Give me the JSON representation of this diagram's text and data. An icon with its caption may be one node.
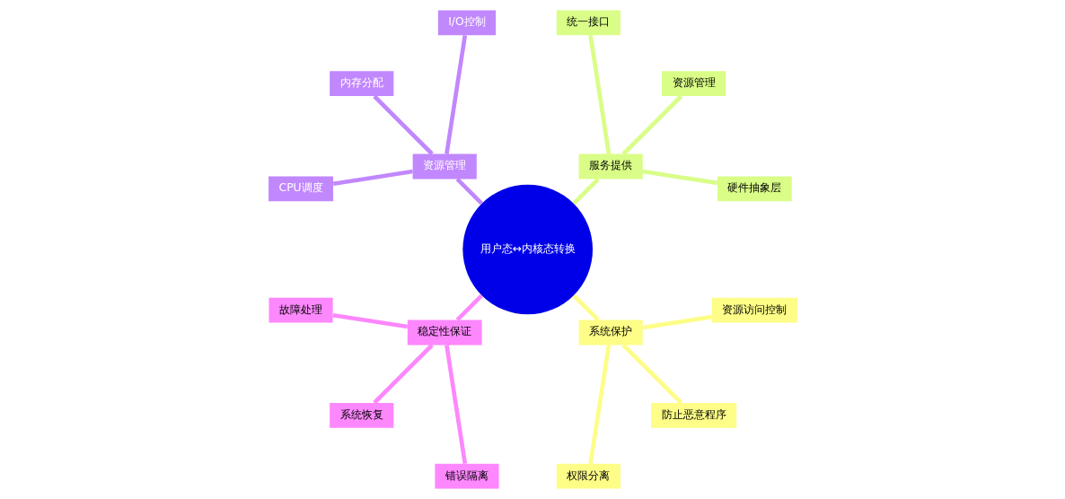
{
  "diagram": {
    "nodes": [
      {
        "text": [
          "用户态↔内核态转换"
        ]
      },
      {
        "text": [
          "服务提供"
        ]
      },
      {
        "text": [
          "硬件抽象层"
        ]
      },
      {
        "text": [
          "资源管理"
        ]
      },
      {
        "text": [
          "统一接口"
        ]
      },
      {
        "text": [
          "资源管理"
        ]
      },
      {
        "text": [
          "I/O控制"
        ]
      },
      {
        "text": [
          "内存分配"
        ]
      },
      {
        "text": [
          "CPU调度"
        ]
      },
      {
        "text": [
          "稳定性保证"
        ]
      },
      {
        "text": [
          "故障处理"
        ]
      },
      {
        "text": [
          "系统恢复"
        ]
      },
      {
        "text": [
          "错误隔离"
        ]
      },
      {
        "text": [
          "系统保护"
        ]
      },
      {
        "text": [
          "权限分离"
        ]
      },
      {
        "text": [
          "防止恶意程序"
        ]
      },
      {
        "text": [
          "资源访问控制"
        ]
      }
    ],
    "edges": [
      {
        "from": 0,
        "to": 1,
        "arrow": "none",
        "color": "#d9fd87"
      },
      {
        "from": 1,
        "to": 2,
        "arrow": "none",
        "color": "#d9fd87"
      },
      {
        "from": 1,
        "to": 3,
        "arrow": "none",
        "color": "#d9fd87"
      },
      {
        "from": 1,
        "to": 4,
        "arrow": "none",
        "color": "#d9fd87"
      },
      {
        "from": 0,
        "to": 5,
        "arrow": "none",
        "color": "#c187fd"
      },
      {
        "from": 5,
        "to": 6,
        "arrow": "none",
        "color": "#c187fd"
      },
      {
        "from": 5,
        "to": 7,
        "arrow": "none",
        "color": "#c187fd"
      },
      {
        "from": 5,
        "to": 8,
        "arrow": "none",
        "color": "#c187fd"
      },
      {
        "from": 0,
        "to": 9,
        "arrow": "none",
        "color": "#fd87fd"
      },
      {
        "from": 9,
        "to": 10,
        "arrow": "none",
        "color": "#fd87fd"
      },
      {
        "from": 9,
        "to": 11,
        "arrow": "none",
        "color": "#fd87fd"
      },
      {
        "from": 9,
        "to": 12,
        "arrow": "none",
        "color": "#fd87fd"
      },
      {
        "from": 0,
        "to": 13,
        "arrow": "none",
        "color": "#fdfd87"
      },
      {
        "from": 13,
        "to": 14,
        "arrow": "none",
        "color": "#fdfd87"
      },
      {
        "from": 13,
        "to": 15,
        "arrow": "none",
        "color": "#fdfd87"
      },
      {
        "from": 13,
        "to": 16,
        "arrow": "none",
        "color": "#fdfd87"
      }
    ]
  }
}
